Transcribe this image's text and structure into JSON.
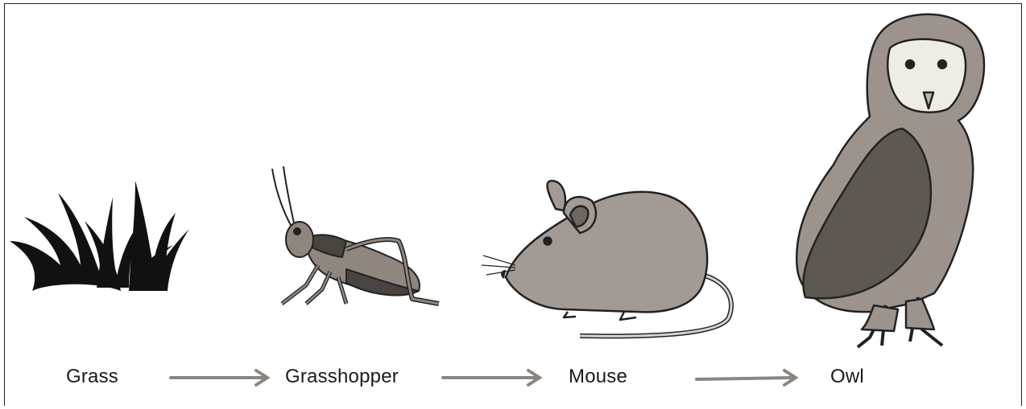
{
  "food_chain": {
    "organisms": [
      {
        "label": "Grass",
        "icon": "grass-icon"
      },
      {
        "label": "Grasshopper",
        "icon": "grasshopper-icon"
      },
      {
        "label": "Mouse",
        "icon": "mouse-icon"
      },
      {
        "label": "Owl",
        "icon": "owl-icon"
      }
    ],
    "arrow_color": "#8a8580",
    "fill_colors": {
      "grass": "#111111",
      "grasshopper_body": "#8f867e",
      "grasshopper_dark": "#4a4440",
      "mouse": "#a29b95",
      "owl_body": "#9c948c",
      "owl_face": "#efece4",
      "owl_wing": "#5e5852"
    }
  }
}
